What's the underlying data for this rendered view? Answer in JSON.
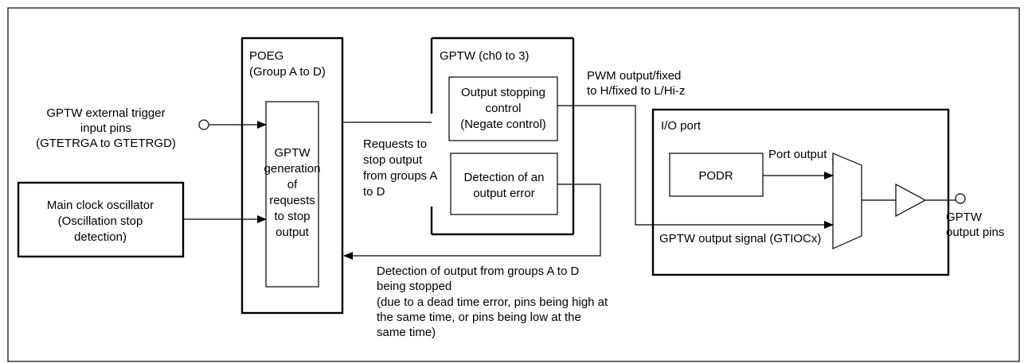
{
  "colors": {
    "line": "#000000",
    "background": "#ffffff"
  },
  "blocks": {
    "poeg": {
      "title_line1": "POEG",
      "title_line2": "(Group A to D)"
    },
    "poeg_inner": {
      "lines": [
        "GPTW",
        "generation",
        "of",
        "requests",
        "to stop",
        "output"
      ]
    },
    "gptw": {
      "title": "GPTW (ch0 to 3)"
    },
    "output_stopping": {
      "lines": [
        "Output stopping",
        "control",
        "(Negate control)"
      ]
    },
    "detection_error": {
      "lines": [
        "Detection of an",
        "output error"
      ]
    },
    "io_port": {
      "title": "I/O port"
    },
    "podr": {
      "label": "PODR"
    },
    "main_clock": {
      "lines": [
        "Main clock oscillator",
        "(Oscillation stop",
        "detection)"
      ]
    }
  },
  "labels": {
    "ext_trigger": [
      "GPTW external trigger",
      "input pins",
      "(GTETRGA to GTETRGD)"
    ],
    "requests_stop": [
      "Requests to",
      "stop output",
      "from groups A",
      "to D"
    ],
    "pwm_output": [
      "PWM output/fixed",
      "to H/fixed to L/Hi-z"
    ],
    "port_output": "Port output",
    "gptw_output_signal": "GPTW output signal (GTIOCx)",
    "gptw_output_pins": [
      "GPTW",
      "output pins"
    ],
    "detection_stopped": [
      "Detection of output from groups A to D",
      "being stopped",
      "(due to a dead time error, pins being high at",
      "the same time, or pins being low at the",
      "same time)"
    ]
  }
}
